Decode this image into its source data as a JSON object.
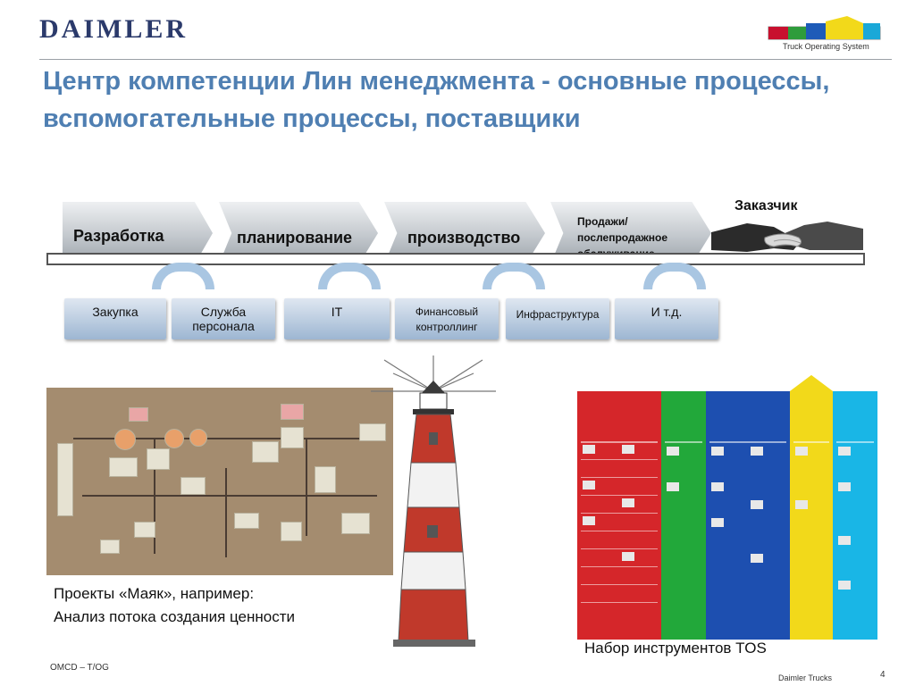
{
  "header": {
    "logo_text": "DAIMLER",
    "tos_logo_text": "Truck Operating System"
  },
  "title": "Центр компетенции Лин менеджмента - основные процессы, вспомогательные процессы, поставщики",
  "core_processes": [
    {
      "label": "Разработка"
    },
    {
      "label": "планирование"
    },
    {
      "label": "производство"
    },
    {
      "label": "Продажи/ послепродажное обслуживание"
    }
  ],
  "customer_label": "Заказчик",
  "support_processes": [
    {
      "line1": "Закупка",
      "line2": ""
    },
    {
      "line1": "Служба",
      "line2": "персонала"
    },
    {
      "line1": "IT",
      "line2": ""
    },
    {
      "line1": "Финансовый",
      "line2": "контроллинг"
    },
    {
      "line1": "Инфраструктура",
      "line2": ""
    },
    {
      "line1": "И т.д.",
      "line2": ""
    }
  ],
  "captions": {
    "projects_line1": "Проекты «Маяк», например:",
    "projects_line2": "Анализ потока создания ценности",
    "tos_set": "Набор инструментов TOS"
  },
  "footer": {
    "left": "OMCD – T/OG",
    "right": "Daimler Trucks",
    "page_number": "4"
  },
  "colors": {
    "title": "#4f7fb2",
    "logo": "#2b3a6b",
    "tos_red": "#d5262a",
    "tos_green": "#22a83a",
    "tos_blue": "#1d4fb0",
    "tos_yellow": "#f2d91a",
    "tos_cyan": "#19b6e6"
  }
}
